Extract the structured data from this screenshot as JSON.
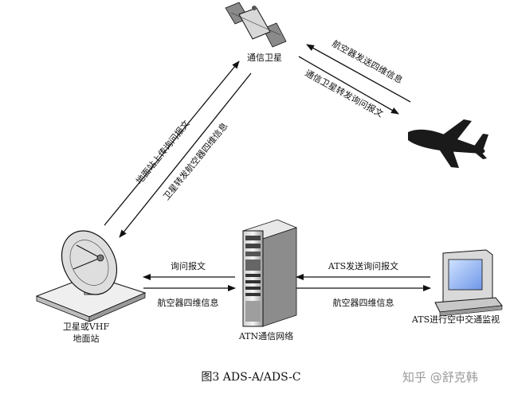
{
  "nodes": {
    "satellite": "通信卫星",
    "ground_station_line1": "卫星或VHF",
    "ground_station_line2": "地面站",
    "atn": "ATN通信网络",
    "ats": "ATS进行空中交通监视"
  },
  "links": {
    "uplink_query": "地面站上传询问报文",
    "sat_forward_aircraft": "卫星转发航空器四维信息",
    "aircraft_send": "航空器发送四维信息",
    "sat_forward_query": "通信卫星转发询问报文",
    "query_msg": "询问报文",
    "aircraft_4d_left": "航空器四维信息",
    "ats_query": "ATS发送询问报文",
    "aircraft_4d_right": "航空器四维信息"
  },
  "caption": "图3 ADS-A/ADS-C",
  "watermark": "知乎 @舒克韩"
}
